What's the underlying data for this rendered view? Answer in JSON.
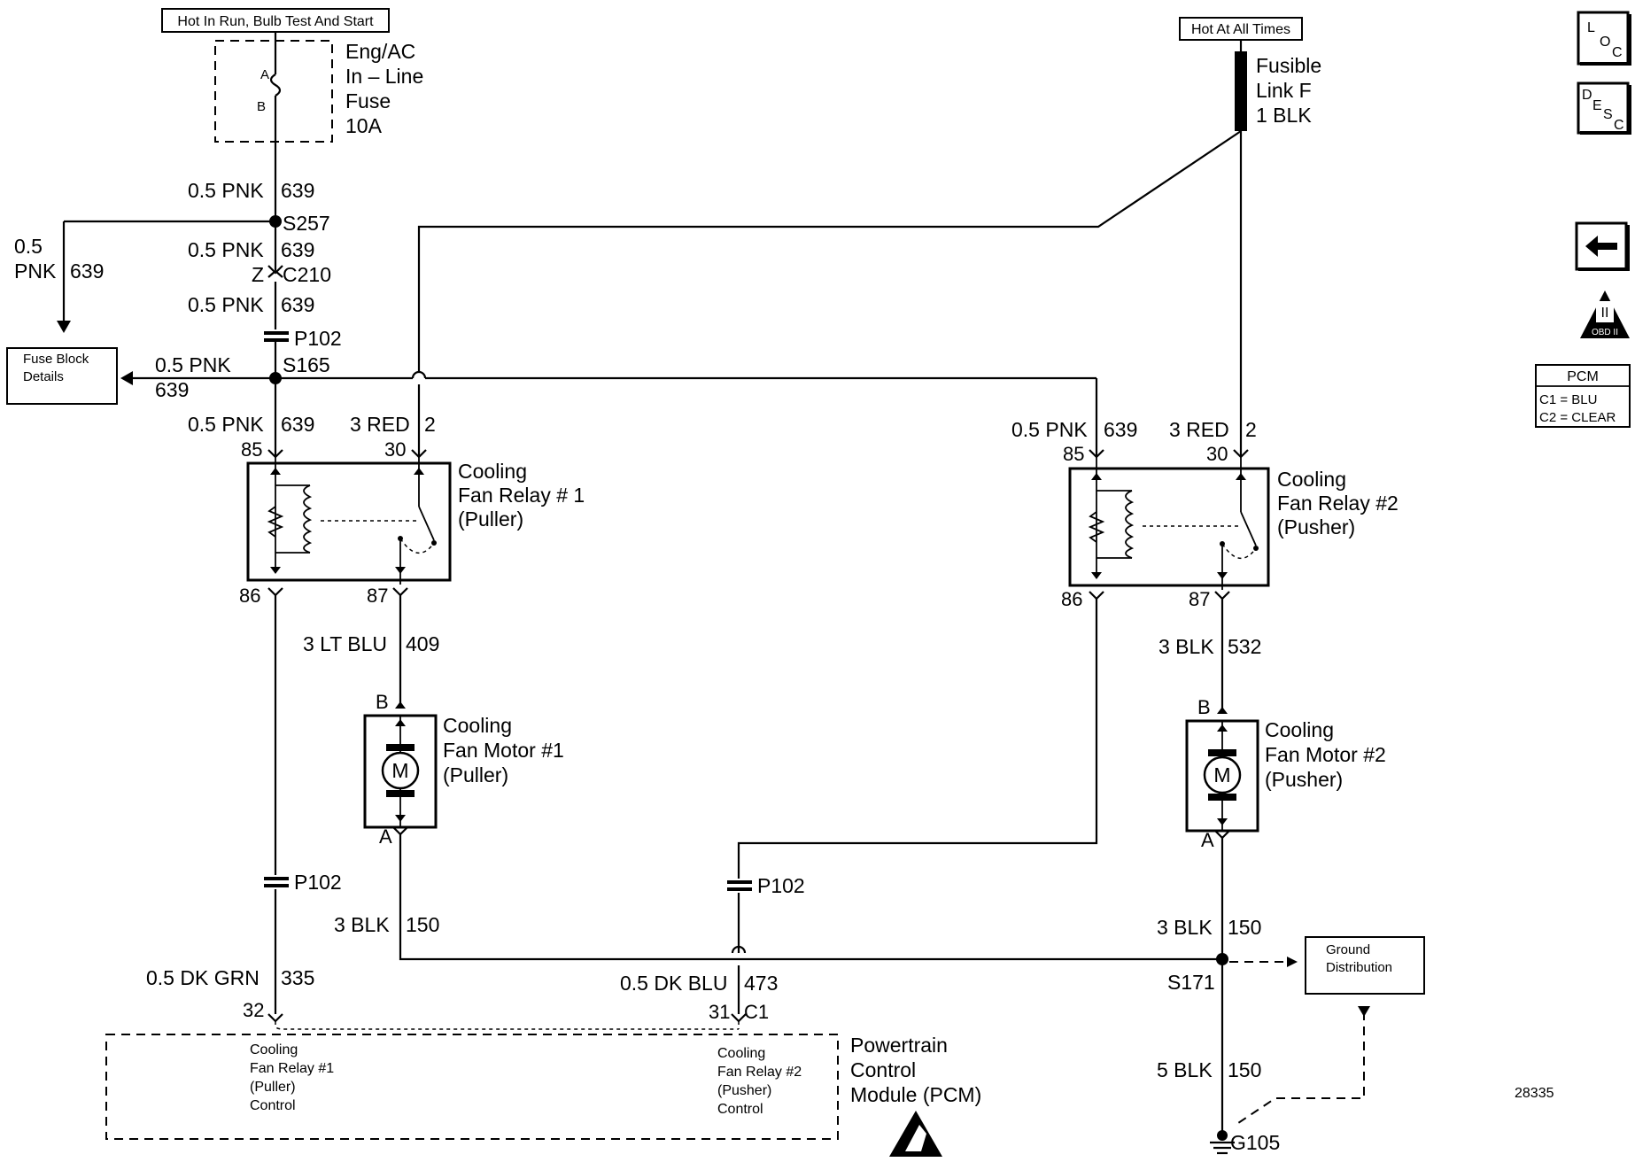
{
  "header_left": "Hot In Run, Bulb Test And Start",
  "header_right": "Hot At All Times",
  "fuse": {
    "l1": "Eng/AC",
    "l2": "In – Line",
    "l3": "Fuse",
    "l4": "10A",
    "pin_a": "A",
    "pin_b": "B"
  },
  "fusible": {
    "l1": "Fusible",
    "l2": "Link F",
    "l3": "1 BLK"
  },
  "w_top": {
    "g": "0.5 PNK",
    "n": "639"
  },
  "s257": "S257",
  "w_left": {
    "g1": "0.5",
    "g2": "PNK",
    "n": "639"
  },
  "w_mid": {
    "g": "0.5 PNK",
    "n": "639"
  },
  "c210": {
    "z": "Z",
    "label": "C210"
  },
  "w_mid2": {
    "g": "0.5 PNK",
    "n": "639"
  },
  "p102": "P102",
  "fuse_block": {
    "l1": "Fuse Block",
    "l2": "Details"
  },
  "w_fb": {
    "g": "0.5 PNK",
    "n": "639"
  },
  "s165": "S165",
  "r1_w85": {
    "g": "0.5 PNK",
    "n": "639"
  },
  "r1_w30": {
    "g": "3 RED",
    "n": "2"
  },
  "r1": {
    "p85": "85",
    "p30": "30",
    "p86": "86",
    "p87": "87",
    "l1": "Cooling",
    "l2": "Fan Relay # 1",
    "l3": "(Puller)"
  },
  "r2_w85": {
    "g": "0.5 PNK",
    "n": "639"
  },
  "r2_w30": {
    "g": "3 RED",
    "n": "2"
  },
  "r2": {
    "p85": "85",
    "p30": "30",
    "p86": "86",
    "p87": "87",
    "l1": "Cooling",
    "l2": "Fan Relay #2",
    "l3": "(Pusher)"
  },
  "w_409": {
    "g": "3 LT BLU",
    "n": "409"
  },
  "w_532": {
    "g": "3 BLK",
    "n": "532"
  },
  "m1": {
    "pb": "B",
    "pa": "A",
    "sym": "M",
    "l1": "Cooling",
    "l2": "Fan Motor #1",
    "l3": "(Puller)"
  },
  "m2": {
    "pb": "B",
    "pa": "A",
    "sym": "M",
    "l1": "Cooling",
    "l2": "Fan Motor #2",
    "l3": "(Pusher)"
  },
  "p102_b": "P102",
  "p102_c": "P102",
  "w_150a": {
    "g": "3 BLK",
    "n": "150"
  },
  "w_150b": {
    "g": "3 BLK",
    "n": "150"
  },
  "w_335": {
    "g": "0.5 DK GRN",
    "n": "335"
  },
  "w_473": {
    "g": "0.5 DK BLU",
    "n": "473"
  },
  "pin32": "32",
  "pin31": "31",
  "c1": "C1",
  "s171": "S171",
  "ground_dist": {
    "l1": "Ground",
    "l2": "Distribution"
  },
  "w_5blk": {
    "g": "5 BLK",
    "n": "150"
  },
  "g105": "G105",
  "pcm": {
    "l1": "Powertrain",
    "l2": "Control",
    "l3": "Module (PCM)",
    "c1a": "Cooling",
    "c1b": "Fan Relay #1",
    "c1c": "(Puller)",
    "c1d": "Control",
    "c2a": "Cooling",
    "c2b": "Fan Relay #2",
    "c2c": "(Pusher)",
    "c2d": "Control"
  },
  "fig_num": "28335",
  "side": {
    "loc": {
      "a": "L",
      "b": "O",
      "c": "C"
    },
    "desc": {
      "a": "D",
      "b": "E",
      "c": "S",
      "d": "C"
    },
    "obd": "OBD II",
    "obd_num": "II",
    "pcm_title": "PCM",
    "pcm_c1": "C1 = BLU",
    "pcm_c2": "C2 = CLEAR"
  }
}
